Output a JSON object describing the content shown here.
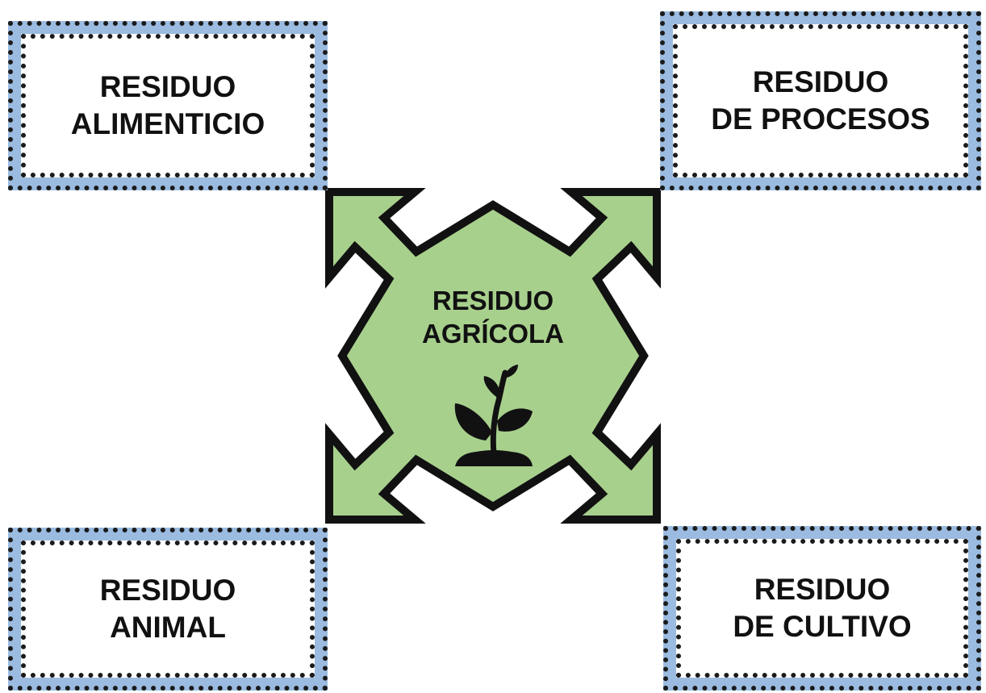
{
  "diagram": {
    "center": {
      "line1": "RESIDUO",
      "line2": "AGRÍCOLA",
      "icon": "plant-sprout-icon"
    },
    "nodes": [
      {
        "id": "top-left",
        "line1": "RESIDUO",
        "line2": "ALIMENTICIO"
      },
      {
        "id": "top-right",
        "line1": "RESIDUO",
        "line2": "DE PROCESOS"
      },
      {
        "id": "bottom-left",
        "line1": "RESIDUO",
        "line2": "ANIMAL"
      },
      {
        "id": "bottom-right",
        "line1": "RESIDUO",
        "line2": "DE CULTIVO"
      }
    ],
    "colors": {
      "center_fill": "#a8d08d",
      "box_frame": "#9bbbe0",
      "outline": "#111111"
    }
  }
}
